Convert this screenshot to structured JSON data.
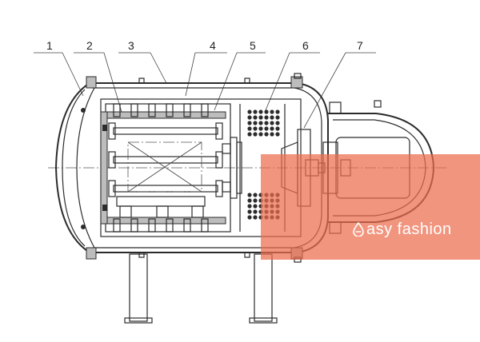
{
  "diagram": {
    "labels": [
      "1",
      "2",
      "3",
      "4",
      "5",
      "6",
      "7"
    ]
  },
  "watermark": {
    "text": "asy fashion",
    "icon": "drop-e-logo-icon",
    "color": "#ec6c4e"
  }
}
